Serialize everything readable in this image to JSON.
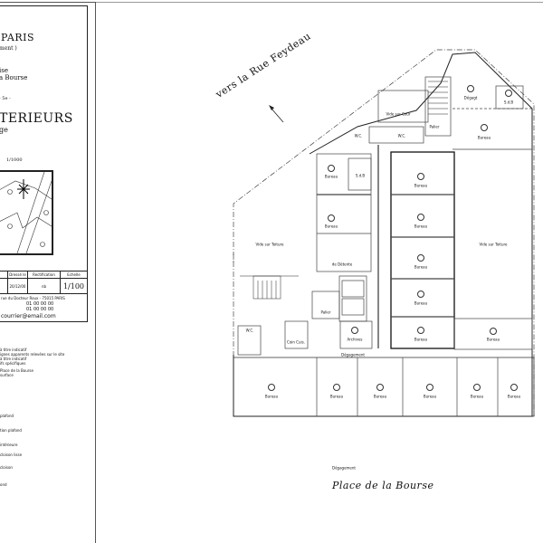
{
  "title_block": {
    "city": "PARIS",
    "district": "ment )",
    "address_line1": "ise",
    "address_line2": "a Bourse",
    "floor_ref": "- 5e -",
    "drawing_title": "TERIEURS",
    "drawing_subtitle": "ge",
    "location_scale": "1/1000",
    "table_headers": [
      "",
      "Dressé le",
      "Rectification",
      "Echelle"
    ],
    "table_values": [
      "",
      "20/12/00",
      "nb",
      "1/100"
    ],
    "contact_lines": [
      "rue du Docteur Roux - 75015 PARIS",
      "01 00 00 00",
      "01 00 00 00",
      "courrier@email.com"
    ]
  },
  "notes": {
    "lines": [
      "à titre indicatif",
      "ignes apparents relevées sur le site",
      "à titre indicatif",
      "ifs spécifiques",
      "Place de la Bourse",
      "surface"
    ],
    "legend": [
      "plafond",
      "tion plafond",
      "intérieure",
      "cloison lisse",
      "cloison",
      "ond"
    ]
  },
  "plan": {
    "street_label": "vers la Rue Feydeau",
    "square_label": "Place de la Bourse",
    "rooms": [
      {
        "label": "Dégagt"
      },
      {
        "label": "S.d.B"
      },
      {
        "label": "Bureau"
      },
      {
        "label": "Vide sur Cour"
      },
      {
        "label": "W.C."
      },
      {
        "label": "W.C."
      },
      {
        "label": "Palier"
      },
      {
        "label": "Bureau"
      },
      {
        "label": "S.d.B"
      },
      {
        "label": "Bureau"
      },
      {
        "label": "Bureau"
      },
      {
        "label": "Bureau"
      },
      {
        "label": "de Détente"
      },
      {
        "label": "Vide sur Toiture"
      },
      {
        "label": "Vide sur Toiture"
      },
      {
        "label": "Bureau"
      },
      {
        "label": "Bureau"
      },
      {
        "label": "Bureau"
      },
      {
        "label": "Palier"
      },
      {
        "label": "Archives"
      },
      {
        "label": "Coin Cuis."
      },
      {
        "label": "W.C."
      },
      {
        "label": "Dégagement"
      },
      {
        "label": "Bureau"
      },
      {
        "label": "Bureau"
      },
      {
        "label": "Bureau"
      },
      {
        "label": "Bureau"
      },
      {
        "label": "Bureau"
      },
      {
        "label": "Bureau"
      },
      {
        "label": "Bureau"
      },
      {
        "label": "Dégagement"
      }
    ]
  }
}
